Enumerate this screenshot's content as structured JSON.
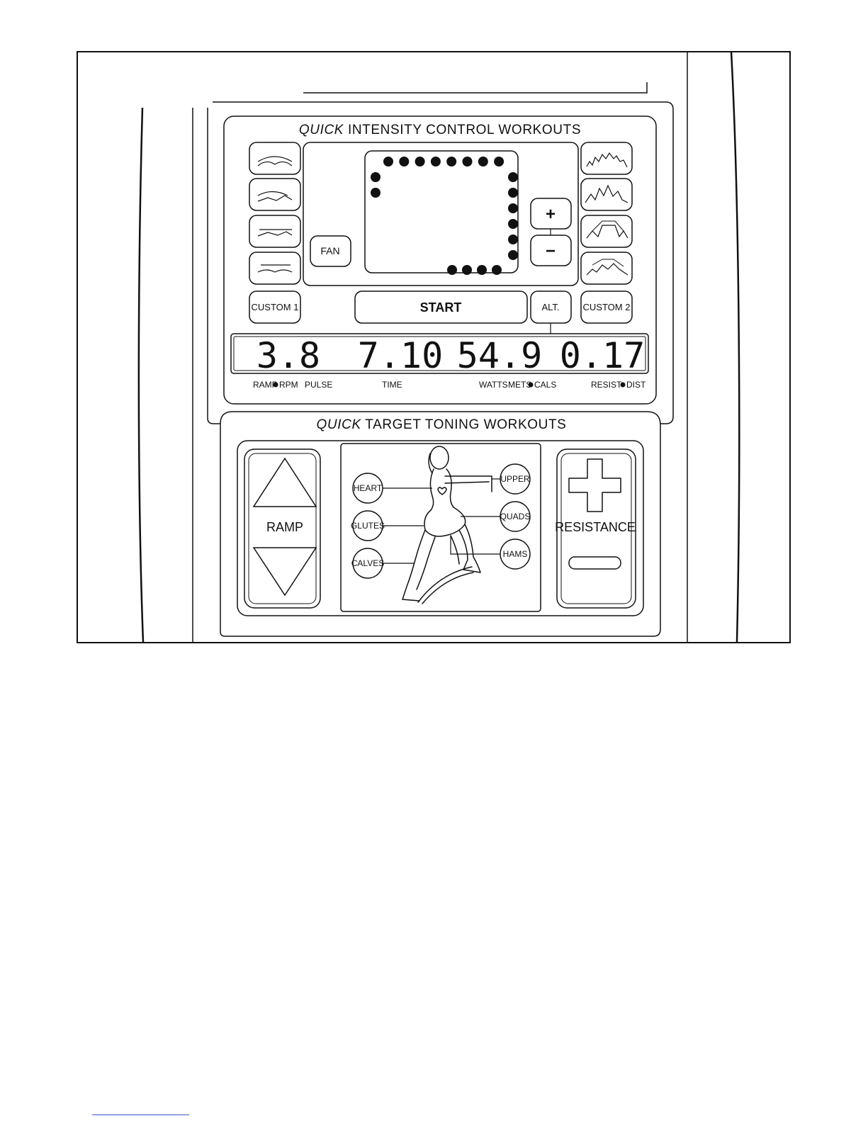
{
  "intensity_section": {
    "title_italic": "QUICK",
    "title_rest": "INTENSITY CONTROL WORKOUTS"
  },
  "toning_section": {
    "title_italic": "QUICK",
    "title_rest": "TARGET TONING WORKOUTS"
  },
  "buttons": {
    "fan": "FAN",
    "plus": "+",
    "minus": "−",
    "custom1": "CUSTOM 1",
    "custom2": "CUSTOM 2",
    "start": "START",
    "alt": "ALT."
  },
  "display": {
    "value1": "3.8",
    "value2": "7.10",
    "value3": "54.9",
    "value4": "0.17",
    "labels": {
      "ramp": "RAMP",
      "rpm": "RPM",
      "pulse": "PULSE",
      "time": "TIME",
      "watts": "WATTS",
      "mets": "METS",
      "cals": "CALS",
      "resist": "RESIST",
      "dist": "DIST"
    }
  },
  "toning": {
    "ramp": "RAMP",
    "resistance": "RESISTANCE",
    "targets": {
      "heart": "HEART",
      "glutes": "GLUTES",
      "calves": "CALVES",
      "upper": "UPPER",
      "quads": "QUADS",
      "hams": "HAMS"
    }
  },
  "colors": {
    "line": "#111111",
    "footer_link": "#3355cc"
  }
}
